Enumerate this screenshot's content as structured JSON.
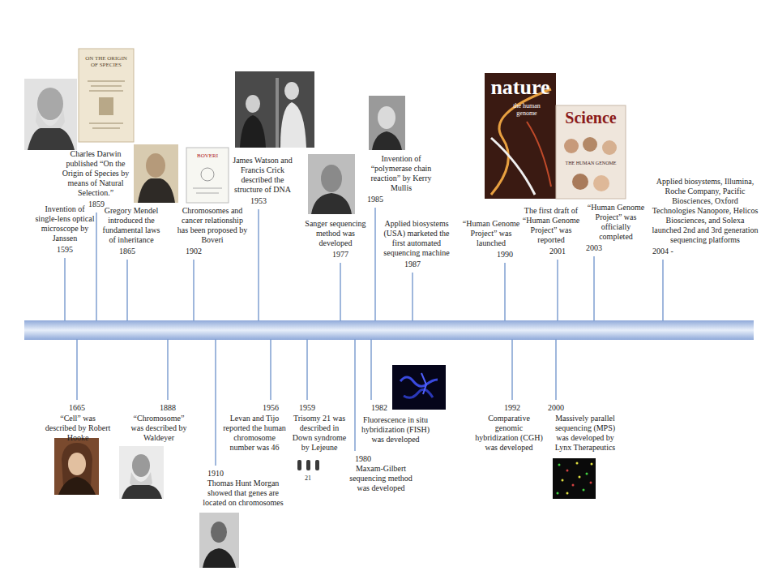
{
  "diagram": {
    "labels": [
      "Invention of single-lens optical microscope by Janssen",
      "1595",
      "Charles Darwin published “On the Origin of Species by means of Natural Selection.”",
      "1859",
      "Gregory Mendel introduced the fundamental laws of inheritance",
      "1865",
      "Chromosomes and cancer relationship has been proposed by Boveri",
      "1902",
      "James Watson and Francis Crick described the structure of DNA",
      "1953",
      "Invention of “polymerase chain reaction” by Kerry Mullis",
      "1985",
      "Sanger sequencing method was developed",
      "1977",
      "Applied biosystems (USA) marketed the first automated sequencing machine",
      "1987",
      "“Human Genome Project” was launched",
      "1990",
      "The first draft of “Human Genome Project” was reported",
      "2001",
      "“Human Genome Project” was officially completed",
      "2003",
      "Applied biosystems, Illumina, Roche Company, Pacific Biosciences, Oxford Technologies Nanopore, Helicos Biosciences, and Solexa launched 2nd and 3rd generation sequencing platforms",
      "2004 -",
      "1665",
      "“Cell” was described by Robert Hooke",
      "1888",
      "“Chromosome” was described by Waldeyer",
      "1910",
      "Thomas Hunt Morgan showed that genes are located on chromosomes",
      "1956",
      "Levan and Tijo reported the human chromosome number was 46",
      "1959",
      "Trisomy 21 was described in Down syndrome by Lejeune",
      "21",
      "1980",
      "Maxam-Gilbert sequencing method was developed",
      "1982",
      "Fluorescence in situ hybridization (FISH) was developed",
      "1992",
      "Comparative genomic hybridization (CGH) was developed",
      "2000",
      "Massively parallel sequencing (MPS) was developed by Lynx Therapeutics",
      "ON THE ORIGIN OF SPECIES",
      "BOVERI",
      "nature",
      "the human genome",
      "Science",
      "THE HUMAN GENOME"
    ]
  }
}
